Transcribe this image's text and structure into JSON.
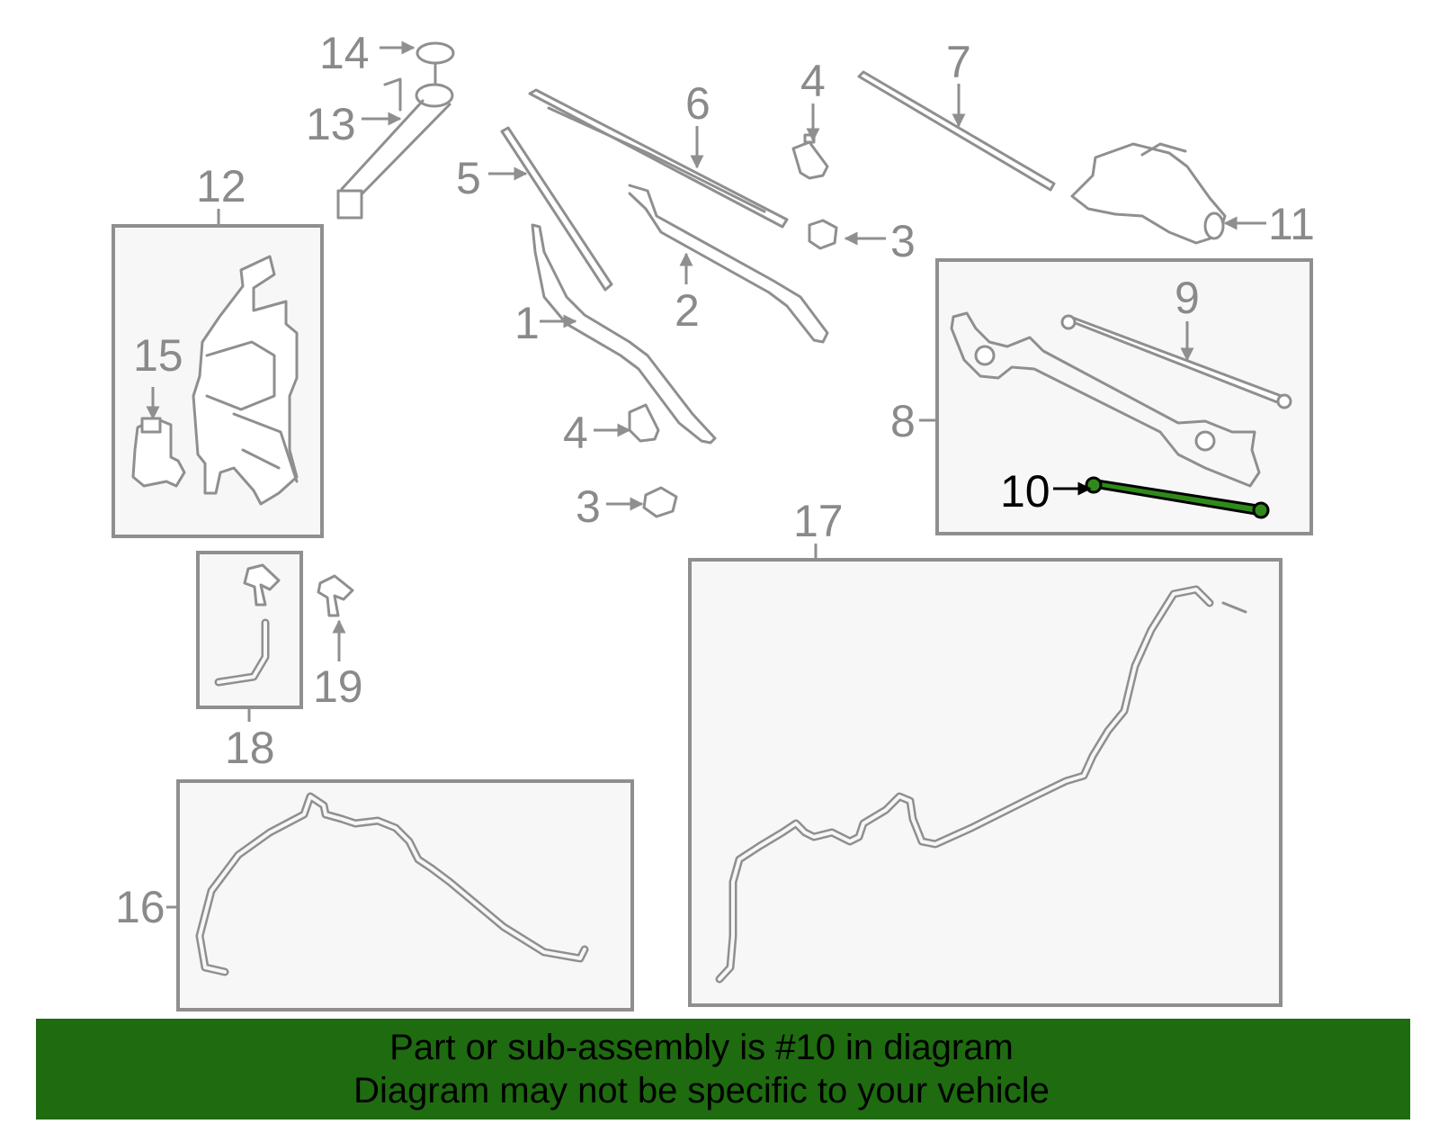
{
  "diagram": {
    "highlighted_part": "10",
    "highlight_color": "#1e6b10",
    "labels": {
      "p1": "1",
      "p2": "2",
      "p3a": "3",
      "p3b": "3",
      "p4a": "4",
      "p4b": "4",
      "p5": "5",
      "p6": "6",
      "p7": "7",
      "p8": "8",
      "p9": "9",
      "p10": "10",
      "p11": "11",
      "p12": "12",
      "p13": "13",
      "p14": "14",
      "p15": "15",
      "p16": "16",
      "p17": "17",
      "p18": "18",
      "p19": "19"
    }
  },
  "footer": {
    "line1": "Part or sub-assembly is #10 in diagram",
    "line2": "Diagram may not be specific to your vehicle",
    "background": "#1e6b10"
  }
}
